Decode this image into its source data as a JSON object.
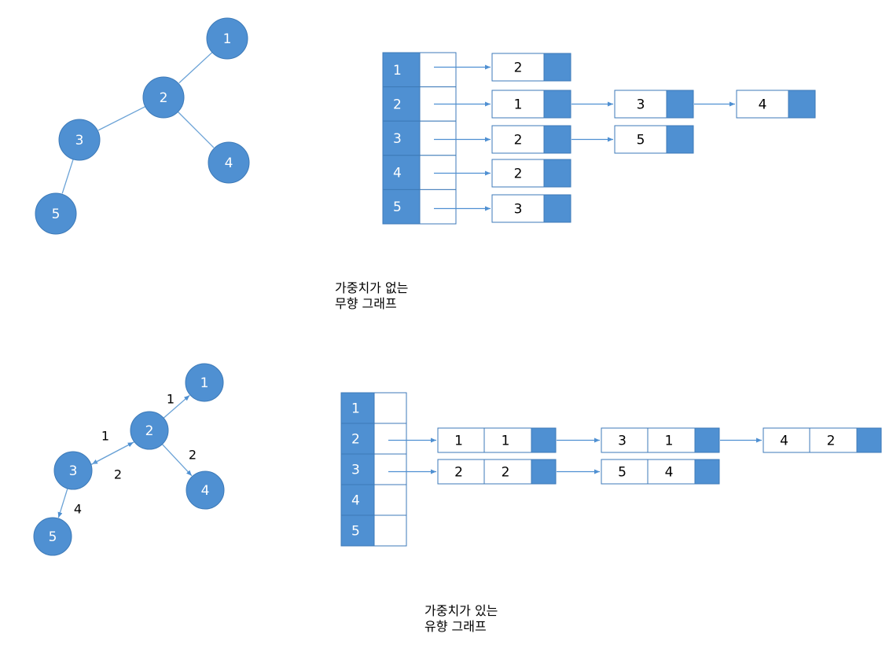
{
  "colors": {
    "node_fill": "#4f90d2",
    "node_stroke": "#3d7ab8",
    "node_text": "#ffffff",
    "edge": "#6aa2d6",
    "cell_border": "#3d7ab8",
    "arrow": "#4f90d2",
    "text": "#000000"
  },
  "diagrams": [
    {
      "caption": [
        "가중치가 없는",
        "무향 그래프"
      ],
      "graph": {
        "directed": false,
        "nodes": [
          "1",
          "2",
          "3",
          "4",
          "5"
        ],
        "edges": [
          {
            "from": "1",
            "to": "2"
          },
          {
            "from": "2",
            "to": "3"
          },
          {
            "from": "2",
            "to": "4"
          },
          {
            "from": "3",
            "to": "5"
          }
        ]
      },
      "adjacency_list": [
        {
          "vertex": "1",
          "neighbors": [
            {
              "values": [
                "2"
              ]
            }
          ]
        },
        {
          "vertex": "2",
          "neighbors": [
            {
              "values": [
                "1"
              ]
            },
            {
              "values": [
                "3"
              ]
            },
            {
              "values": [
                "4"
              ]
            }
          ]
        },
        {
          "vertex": "3",
          "neighbors": [
            {
              "values": [
                "2"
              ]
            },
            {
              "values": [
                "5"
              ]
            }
          ]
        },
        {
          "vertex": "4",
          "neighbors": [
            {
              "values": [
                "2"
              ]
            }
          ]
        },
        {
          "vertex": "5",
          "neighbors": [
            {
              "values": [
                "3"
              ]
            }
          ]
        }
      ]
    },
    {
      "caption": [
        "가중치가 있는",
        "유향 그래프"
      ],
      "graph": {
        "directed": true,
        "nodes": [
          "1",
          "2",
          "3",
          "4",
          "5"
        ],
        "edges": [
          {
            "from": "2",
            "to": "1",
            "weight": "1"
          },
          {
            "from": "2",
            "to": "3",
            "weight": "1"
          },
          {
            "from": "3",
            "to": "2",
            "weight": "2"
          },
          {
            "from": "2",
            "to": "4",
            "weight": "2"
          },
          {
            "from": "3",
            "to": "5",
            "weight": "4"
          }
        ]
      },
      "adjacency_list": [
        {
          "vertex": "1",
          "neighbors": []
        },
        {
          "vertex": "2",
          "neighbors": [
            {
              "values": [
                "1",
                "1"
              ]
            },
            {
              "values": [
                "3",
                "1"
              ]
            },
            {
              "values": [
                "4",
                "2"
              ]
            }
          ]
        },
        {
          "vertex": "3",
          "neighbors": [
            {
              "values": [
                "2",
                "2"
              ]
            },
            {
              "values": [
                "5",
                "4"
              ]
            }
          ]
        },
        {
          "vertex": "4",
          "neighbors": []
        },
        {
          "vertex": "5",
          "neighbors": []
        }
      ]
    }
  ]
}
